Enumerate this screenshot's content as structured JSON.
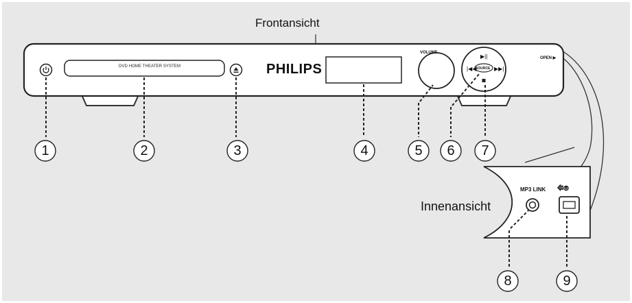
{
  "title": "Frontansicht",
  "inner_view_label": "Innenansicht",
  "device": {
    "tray_label": "DVD HOME THEATER SYSTEM",
    "brand": "PHILIPS",
    "volume_label": "VOLUME",
    "open_label": "OPEN ▶",
    "source_label": "SOURCE",
    "mp3_link_label": "MP3 LINK",
    "usb_symbol": "⭅⦾"
  },
  "callouts": [
    "1",
    "2",
    "3",
    "4",
    "5",
    "6",
    "7",
    "8",
    "9"
  ],
  "colors": {
    "background": "#e8e8e8",
    "panel": "#ffffff",
    "outline": "#333333"
  }
}
